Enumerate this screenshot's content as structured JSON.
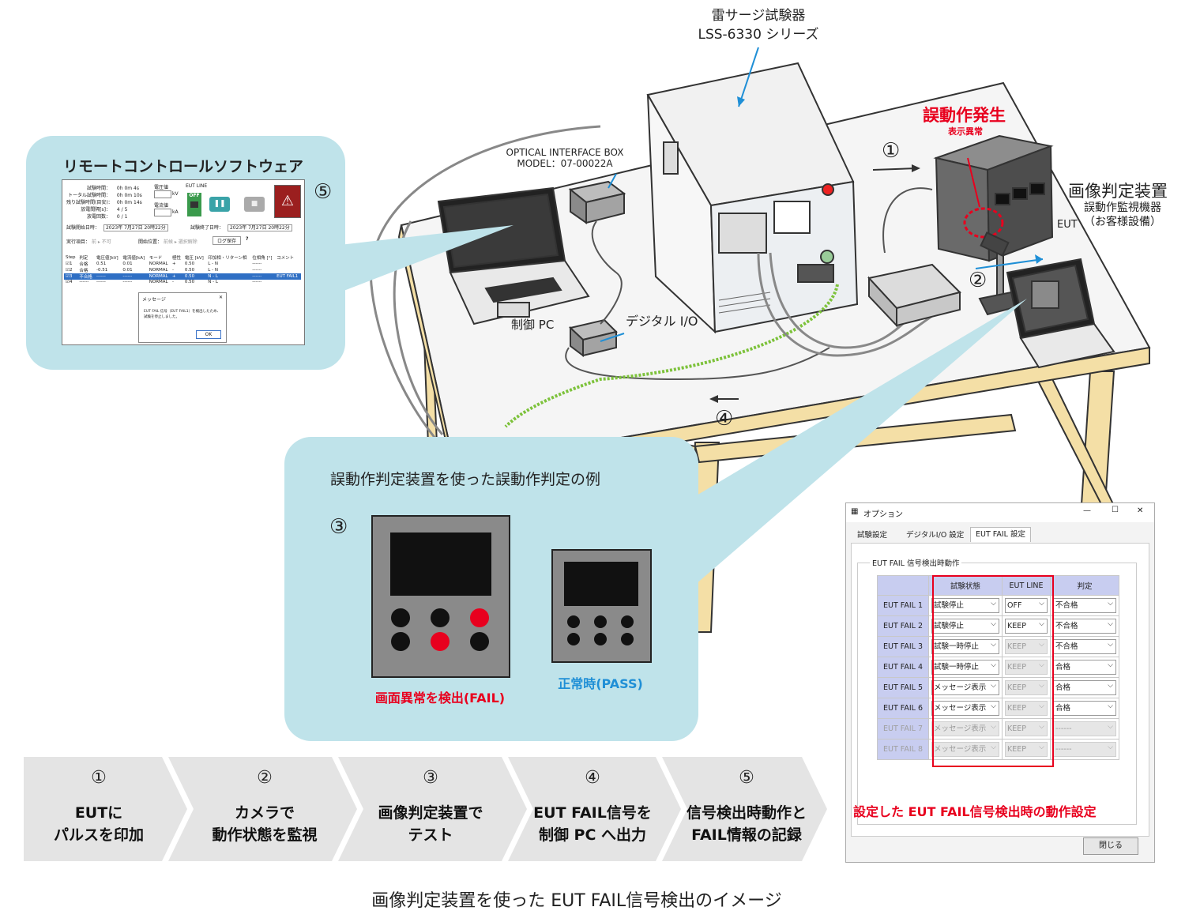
{
  "title_device": "雷サージ試験器",
  "title_series": "LSS-6330 シリーズ",
  "optical_box_label1": "OPTICAL INTERFACE BOX",
  "optical_box_label2": "MODEL：07-00022A",
  "control_pc_label": "制御 PC",
  "digital_io_label": "デジタル I/O",
  "malfunction_title": "誤動作発生",
  "malfunction_sub": "表示異常",
  "image_judge_title": "画像判定装置",
  "image_judge_sub1": "誤動作監視機器",
  "image_judge_sub2": "（お客様設備）",
  "eut_label": "EUT",
  "markers": {
    "n1": "①",
    "n2": "②",
    "n3": "③",
    "n4": "④",
    "n5": "⑤"
  },
  "remote_sw_title": "リモートコントロールソフトウェア",
  "software": {
    "test_time_label": "試験時間：",
    "test_time": "0h  0m  4s",
    "total_time_label": "トータル試験時間：",
    "total_time": "0h  0m 10s",
    "remain_label": "残り試験時間(目安)：",
    "remain": "0h  0m 14s",
    "interval_label": "放電間隔[s]：",
    "interval": "4 /   5",
    "count_label": "放電回数：",
    "count": "0 /   1",
    "voltage_label": "電圧値",
    "voltage_unit": "kV",
    "current_label": "電流値",
    "current_unit": "kA",
    "eut_line_label": "EUT LINE",
    "off_label": "OFF",
    "start_label": "試験開始日時：",
    "start_value": "2023年  7月27日 20時22分",
    "end_label": "試験終了日時：",
    "end_value": "2023年  7月27日 20時22分",
    "exec_label": "実行項目：",
    "exec_value": "前   ▸ 不可",
    "pos_label": "開始位置：",
    "pos_value": "前候   ▸ 選択解除",
    "log_button": "ログ保存",
    "help_icon": "?",
    "columns": [
      "Step",
      "判定",
      "電圧値[kV]",
      "電流値[kA]",
      "モード",
      "極性",
      "電圧 [kV]",
      "印加相・リターン相",
      "位相角 [°]",
      "コメント"
    ],
    "rows": [
      [
        "1",
        "合格",
        "0.51",
        "0.01",
        "NORMAL",
        "+",
        "0.50",
        "L - N",
        "------",
        ""
      ],
      [
        "2",
        "合格",
        "-0.51",
        "0.01",
        "NORMAL",
        "-",
        "0.50",
        "L - N",
        "------",
        ""
      ],
      [
        "3",
        "不合格",
        "------",
        "------",
        "NORMAL",
        "+",
        "0.50",
        "N - L",
        "------",
        "EUT FAIL1"
      ],
      [
        "4",
        "------",
        "------",
        "------",
        "NORMAL",
        "-",
        "0.50",
        "N - L",
        "------",
        ""
      ]
    ],
    "msg_title": "メッセージ",
    "msg_line1": "EUT FAIL 信号（EUT FAIL1）を検出したため、",
    "msg_line2": "試験を停止しました。",
    "msg_ok": "OK"
  },
  "example_title": "誤動作判定装置を使った誤動作判定の例",
  "fail_label": "画面異常を検出(FAIL)",
  "pass_label": "正常時(PASS)",
  "steps": [
    {
      "num": "①",
      "line1": "EUTに",
      "line2": "パルスを印加"
    },
    {
      "num": "②",
      "line1": "カメラで",
      "line2": "動作状態を監視"
    },
    {
      "num": "③",
      "line1": "画像判定装置で",
      "line2": "テスト"
    },
    {
      "num": "④",
      "line1": "EUT FAIL信号を",
      "line2": "制御 PC へ出力"
    },
    {
      "num": "⑤",
      "line1": "信号検出時動作と",
      "line2": "FAIL情報の記録"
    }
  ],
  "dialog": {
    "title": "オプション",
    "min": "—",
    "max": "☐",
    "close_x": "✕",
    "tabs": [
      "試験設定",
      "デジタルI/O 設定",
      "EUT FAIL 設定"
    ],
    "group_label": "EUT FAIL 信号検出時動作",
    "headers": [
      "試験状態",
      "EUT LINE",
      "判定"
    ],
    "rows": [
      {
        "name": "EUT FAIL 1",
        "state": "試験停止",
        "line": "OFF",
        "judge": "不合格"
      },
      {
        "name": "EUT FAIL 2",
        "state": "試験停止",
        "line": "KEEP",
        "judge": "不合格"
      },
      {
        "name": "EUT FAIL 3",
        "state": "試験一時停止",
        "line": "KEEP",
        "judge": "不合格"
      },
      {
        "name": "EUT FAIL 4",
        "state": "試験一時停止",
        "line": "KEEP",
        "judge": "合格"
      },
      {
        "name": "EUT FAIL 5",
        "state": "メッセージ表示",
        "line": "KEEP",
        "judge": "合格"
      },
      {
        "name": "EUT FAIL 6",
        "state": "メッセージ表示",
        "line": "KEEP",
        "judge": "合格"
      },
      {
        "name": "EUT FAIL 7",
        "state": "メッセージ表示",
        "line": "KEEP",
        "judge": "------"
      },
      {
        "name": "EUT FAIL 8",
        "state": "メッセージ表示",
        "line": "KEEP",
        "judge": "------"
      }
    ],
    "close_button": "閉じる",
    "annotation": "設定した EUT FAIL信号検出時の動作設定"
  },
  "caption": "画像判定装置を使った EUT FAIL信号検出のイメージ",
  "colors": {
    "red": "#e8001e",
    "blue": "#1f8fd6",
    "bubble": "#bfe3ea",
    "table_wood": "#f4dfa6"
  }
}
